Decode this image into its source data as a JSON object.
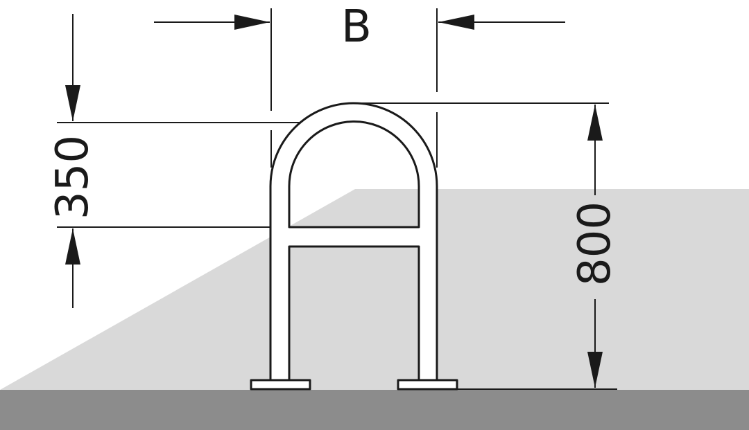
{
  "labels": {
    "width": "B",
    "upper_height": "350",
    "total_height": "800"
  },
  "colors": {
    "ink": "#1a1a1a",
    "ground_top": "#d9d9d9",
    "ground_base": "#8c8c8c",
    "background": "#ffffff",
    "rack_fill": "#ffffff"
  }
}
